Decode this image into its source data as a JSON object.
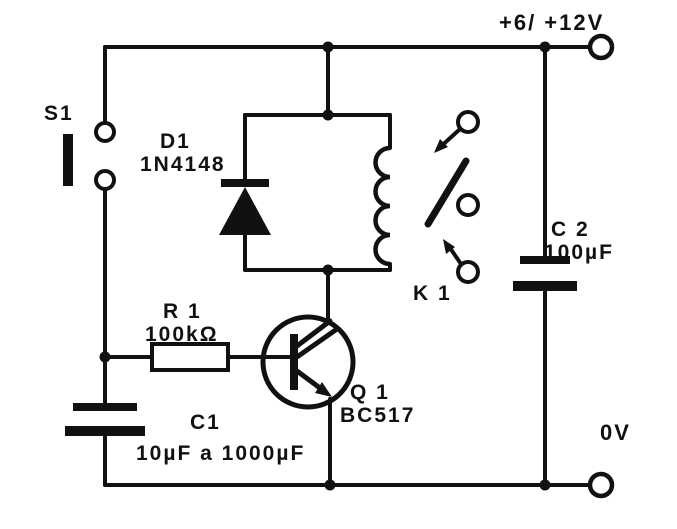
{
  "labels": {
    "supply_positive": "+6/ +12V",
    "supply_zero": "0V"
  },
  "components": {
    "s1": {
      "ref": "S1"
    },
    "d1": {
      "ref": "D1",
      "value": "1N4148"
    },
    "r1": {
      "ref": "R 1",
      "value": "100kΩ"
    },
    "c1": {
      "ref": "C1",
      "value": "10µF a 1000µF"
    },
    "q1": {
      "ref": "Q 1",
      "value": "BC517"
    },
    "k1": {
      "ref": "K 1"
    },
    "c2": {
      "ref": "C 2",
      "value": "100µF"
    }
  },
  "colors": {
    "ink": "#111111",
    "paper": "#ffffff"
  }
}
